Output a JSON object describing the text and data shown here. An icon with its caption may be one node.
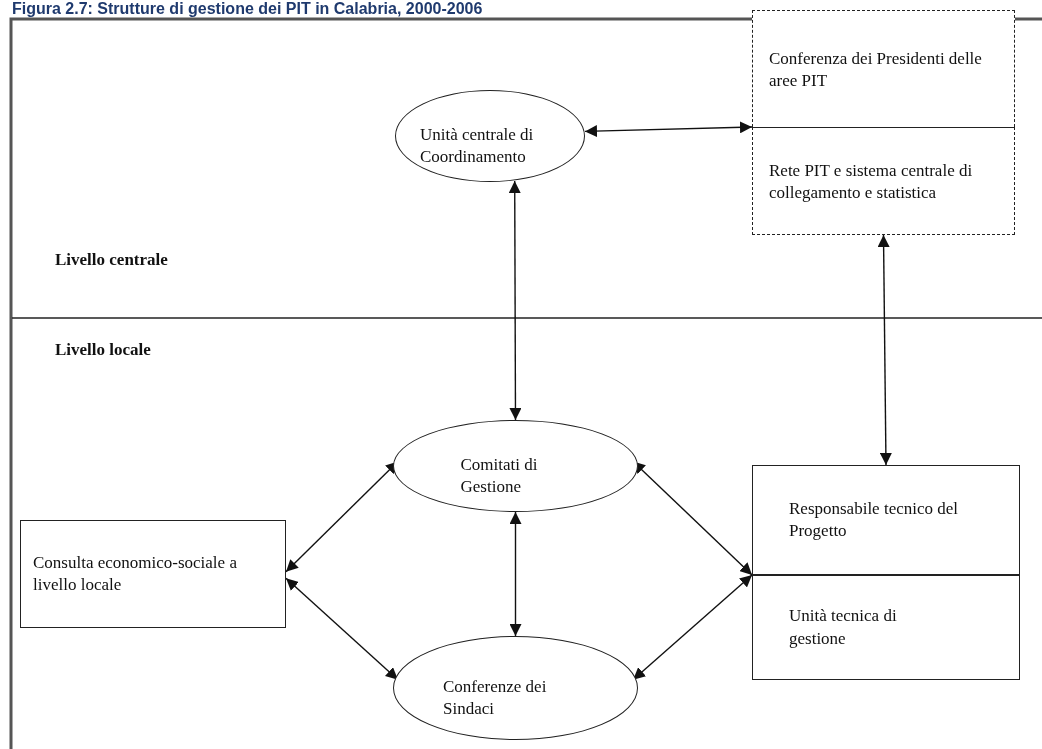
{
  "diagram": {
    "title": "Figura 2.7: Strutture di gestione dei PIT in Calabria, 2000-2006",
    "nodes": [
      {
        "text": [
          "Unità centrale di Coordinamento"
        ]
      },
      {
        "text": [
          "Conferenza dei Presidenti delle aree PIT"
        ]
      },
      {
        "text": [
          "Rete PIT e sistema centrale di collegamento e statistica"
        ]
      },
      {
        "text": [
          "Comitati di Gestione"
        ]
      },
      {
        "text": [
          "Consulta economico-sociale a livello locale"
        ]
      },
      {
        "text": [
          "Responsabile tecnico del Progetto"
        ]
      },
      {
        "text": [
          "Unità tecnica di gestione"
        ]
      },
      {
        "text": [
          "Conferenze dei Sindaci"
        ]
      }
    ],
    "edges": [
      {
        "from": 0,
        "to": 1,
        "arrow": "both"
      },
      {
        "from": 0,
        "to": 3,
        "arrow": "both"
      },
      {
        "from": 2,
        "to": 5,
        "arrow": "both"
      },
      {
        "from": 3,
        "to": 4,
        "arrow": "both"
      },
      {
        "from": 4,
        "to": 7,
        "arrow": "both"
      },
      {
        "from": 3,
        "to": 7,
        "arrow": "both"
      },
      {
        "from": 3,
        "to": 5,
        "arrow": "both"
      },
      {
        "from": 7,
        "to": 6,
        "arrow": "both"
      }
    ],
    "labels": [
      "Livello centrale",
      "Livello locale"
    ]
  }
}
